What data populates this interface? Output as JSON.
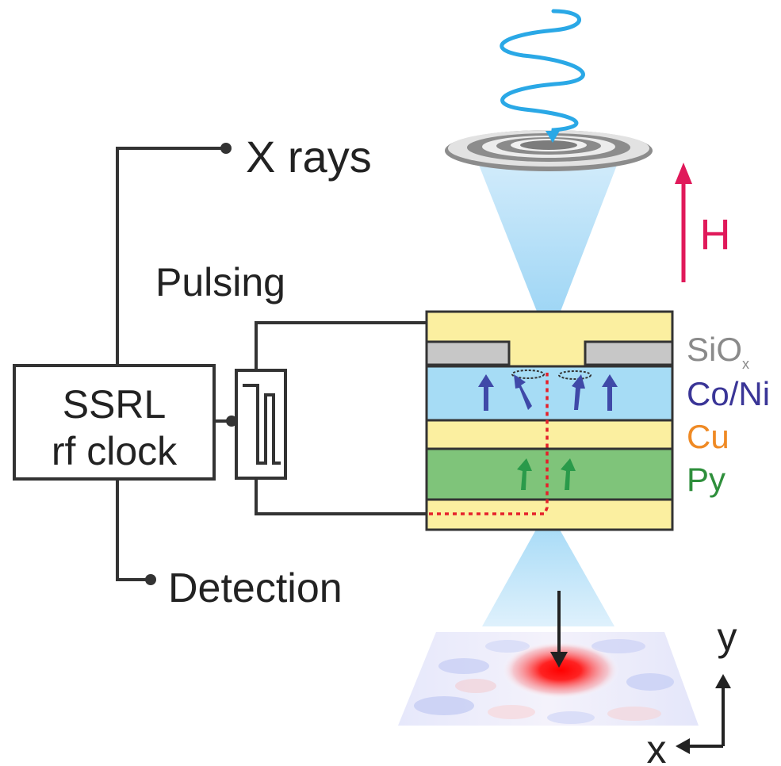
{
  "labels": {
    "xrays": "X rays",
    "pulsing": "Pulsing",
    "clock_line1": "SSRL",
    "clock_line2": "rf clock",
    "detection": "Detection",
    "field": "H",
    "sio_main": "SiO",
    "sio_sub": "x",
    "coni": "Co/Ni",
    "cu": "Cu",
    "py": "Py",
    "axis_y": "y",
    "axis_x": "x"
  },
  "colors": {
    "wire": "#333333",
    "gold_layer": "#fbefa0",
    "oxide": "#c7c7c7",
    "coni_layer": "#a6dcf5",
    "py_layer": "#7fc47a",
    "beam": "#bfe6fb",
    "helix": "#2aa8e6",
    "field_arrow": "#e0195a",
    "sio_text": "#8a8a8a",
    "coni_text": "#3a3597",
    "cu_text": "#ef8a25",
    "py_text": "#2f8f3c",
    "current_path": "#e5202a",
    "spin_coni": "#3f49a8",
    "spin_py": "#2a9a4a"
  }
}
